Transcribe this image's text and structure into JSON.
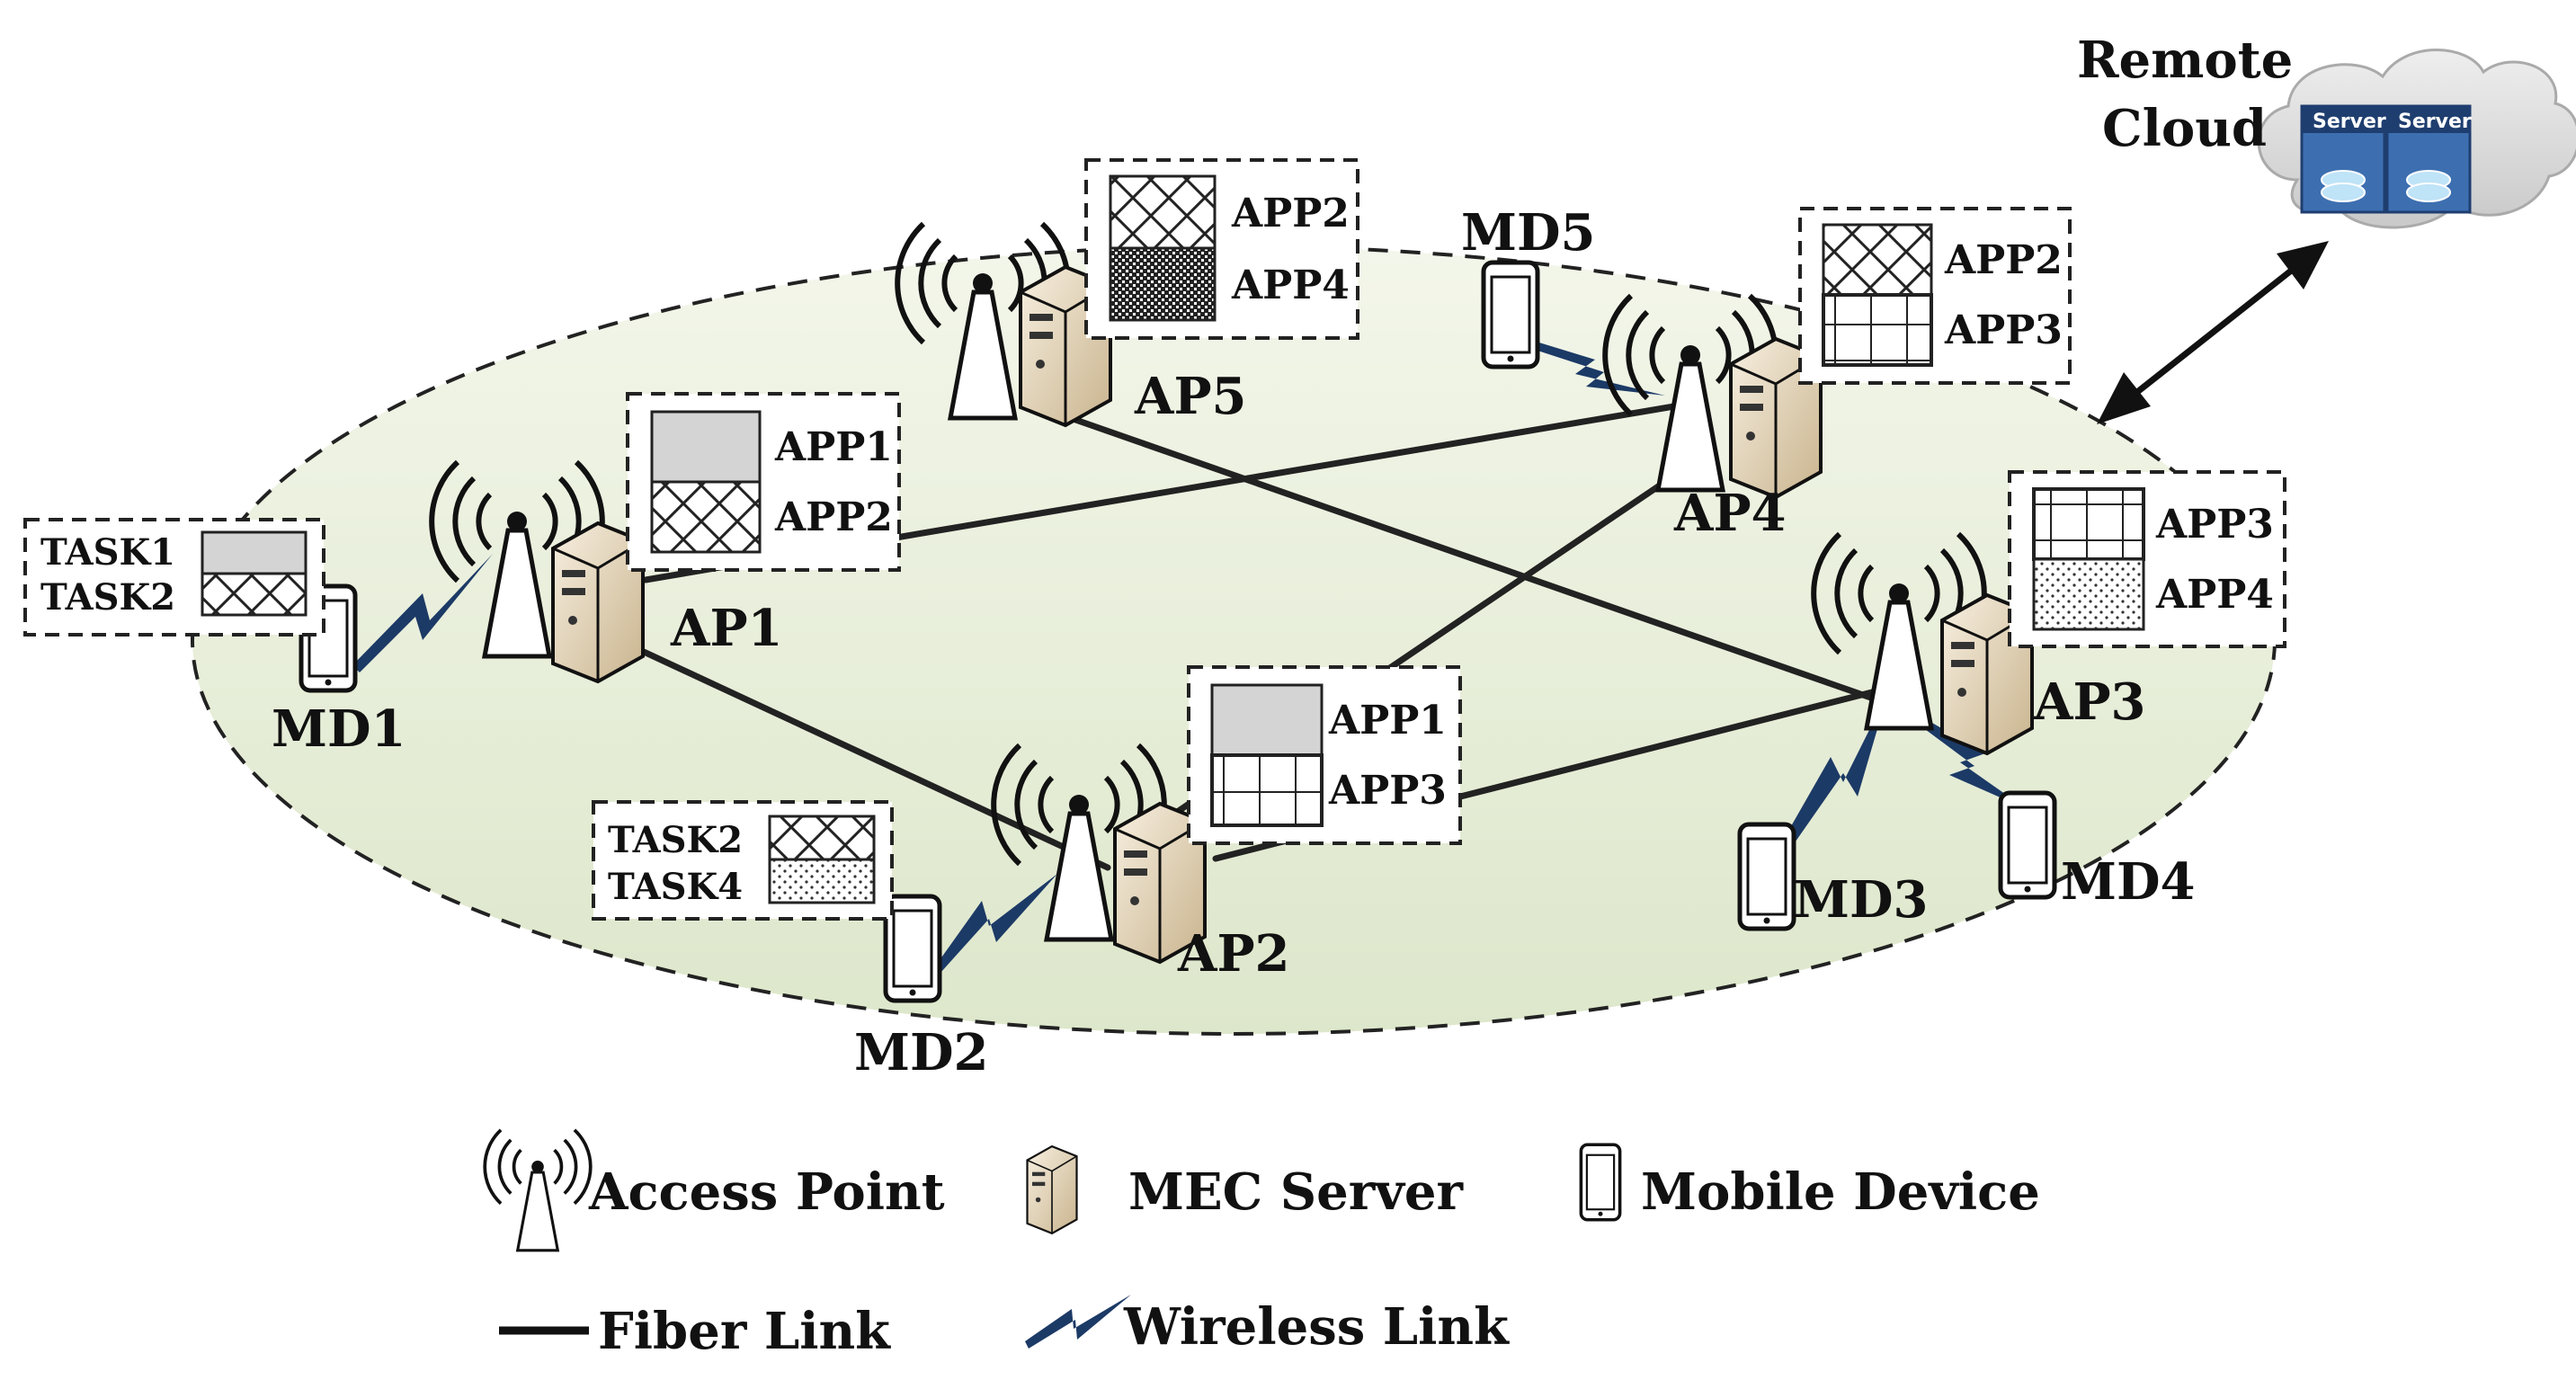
{
  "cloud": {
    "title_line1": "Remote",
    "title_line2": "Cloud",
    "server_label": "Server"
  },
  "access_points": [
    {
      "id": "ap1",
      "label": "AP1",
      "apps": [
        "APP1",
        "APP2"
      ]
    },
    {
      "id": "ap2",
      "label": "AP2",
      "apps": [
        "APP1",
        "APP3"
      ]
    },
    {
      "id": "ap3",
      "label": "AP3",
      "apps": [
        "APP3",
        "APP4"
      ]
    },
    {
      "id": "ap4",
      "label": "AP4",
      "apps": [
        "APP2",
        "APP3"
      ]
    },
    {
      "id": "ap5",
      "label": "AP5",
      "apps": [
        "APP2",
        "APP4"
      ]
    }
  ],
  "mobile_devices": [
    {
      "id": "md1",
      "label": "MD1",
      "tasks": [
        "TASK1",
        "TASK2"
      ]
    },
    {
      "id": "md2",
      "label": "MD2",
      "tasks": [
        "TASK2",
        "TASK4"
      ]
    },
    {
      "id": "md3",
      "label": "MD3",
      "tasks": []
    },
    {
      "id": "md4",
      "label": "MD4",
      "tasks": []
    },
    {
      "id": "md5",
      "label": "MD5",
      "tasks": []
    }
  ],
  "fiber_links": [
    [
      "ap1",
      "ap2"
    ],
    [
      "ap1",
      "ap4"
    ],
    [
      "ap2",
      "ap3"
    ],
    [
      "ap2",
      "ap4"
    ],
    [
      "ap5",
      "ap3"
    ]
  ],
  "legend": {
    "access_point": "Access Point",
    "mec_server": "MEC Server",
    "mobile_device": "Mobile Device",
    "fiber_link": "Fiber Link",
    "wireless_link": "Wireless Link"
  },
  "colors": {
    "region_fill": "#e3ebd3",
    "wireless": "#1c3a66",
    "server_body": "#e9ddc4",
    "cloud_server": "#3d6fb0",
    "cloud_fill": "#d6d6d6"
  }
}
